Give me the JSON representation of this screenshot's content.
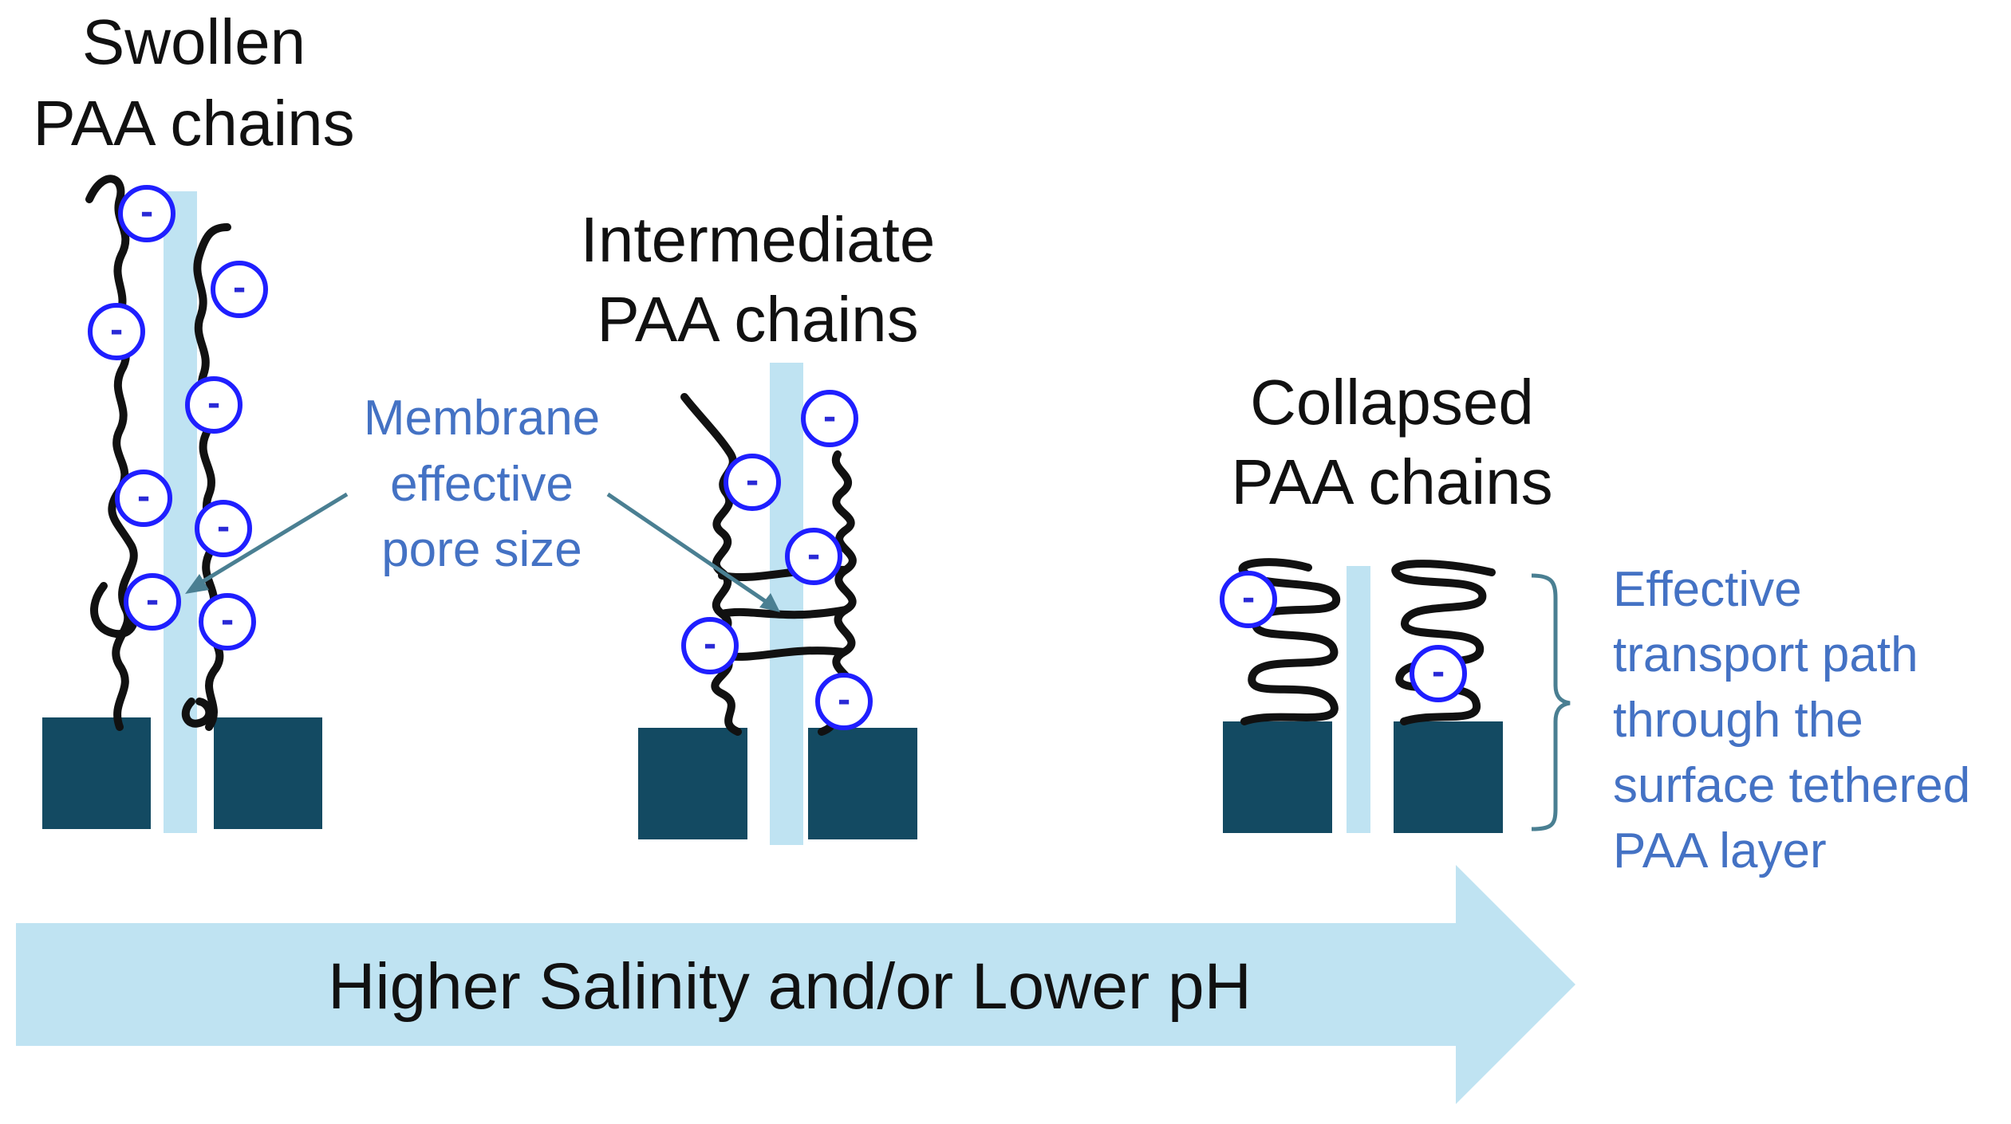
{
  "labels": {
    "swollen_line1": "Swollen",
    "swollen_line2": "PAA chains",
    "intermediate_line1": "Intermediate",
    "intermediate_line2": "PAA chains",
    "collapsed_line1": "Collapsed",
    "collapsed_line2": "PAA chains"
  },
  "annotations": {
    "pore_line1": "Membrane",
    "pore_line2": "effective",
    "pore_line3": "pore size",
    "transport_line1": "Effective",
    "transport_line2": "transport path",
    "transport_line3": "through the",
    "transport_line4": "surface tethered",
    "transport_line5": "PAA layer"
  },
  "arrow": {
    "text": "Higher Salinity and/or Lower pH"
  },
  "charge_symbol": "-",
  "colors": {
    "substrate": "#134a62",
    "pore": "#bfe3f2",
    "arrow_fill": "#bfe3f2",
    "charge_ring": "#1f1fff",
    "annotation_text": "#4472c4",
    "pointer_line": "#4a7f92"
  }
}
